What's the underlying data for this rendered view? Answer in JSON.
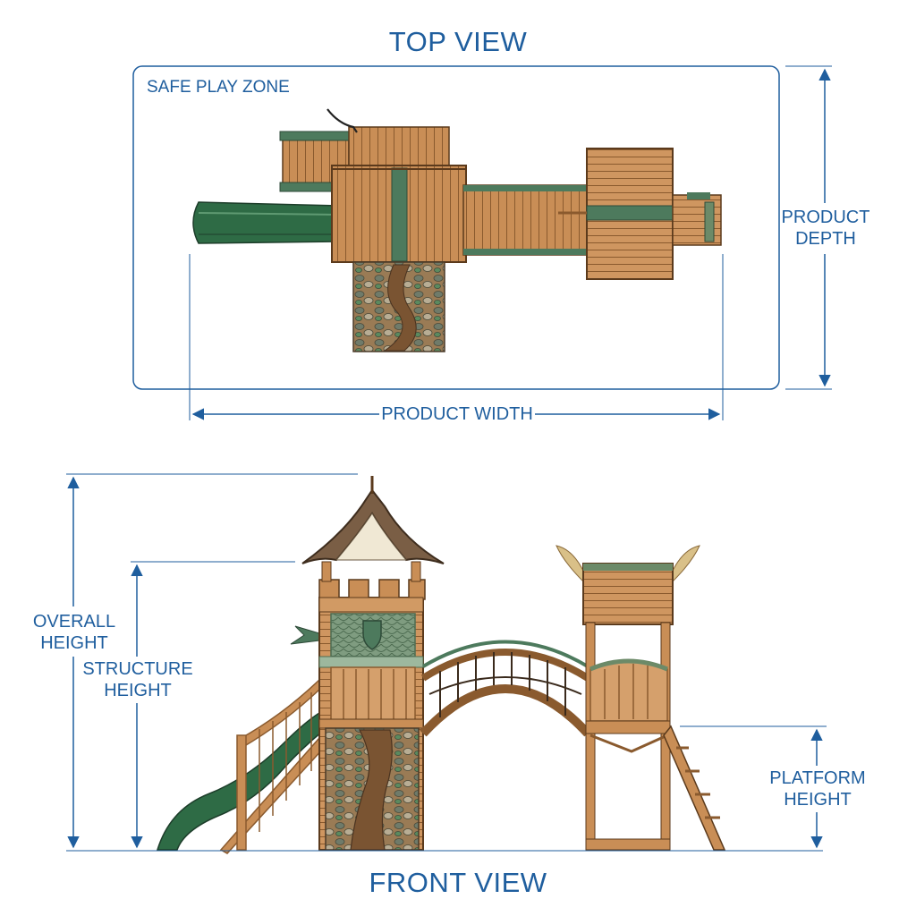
{
  "top_view": {
    "title": "TOP VIEW",
    "zone_label": "SAFE PLAY ZONE",
    "depth_label": "PRODUCT DEPTH",
    "width_label": "PRODUCT WIDTH"
  },
  "front_view": {
    "title": "FRONT VIEW",
    "overall_height_label": "OVERALL HEIGHT",
    "structure_height_label": "STRUCTURE HEIGHT",
    "platform_height_label": "PLATFORM HEIGHT"
  },
  "colors": {
    "dimension_blue": "#1f5e9e",
    "wood": "#c98e56",
    "wood_dark": "#8a5a2e",
    "green": "#4d7a5d",
    "slide_green": "#2e6b45",
    "stone": "#8b7a63",
    "roof": "#7a5e45"
  }
}
